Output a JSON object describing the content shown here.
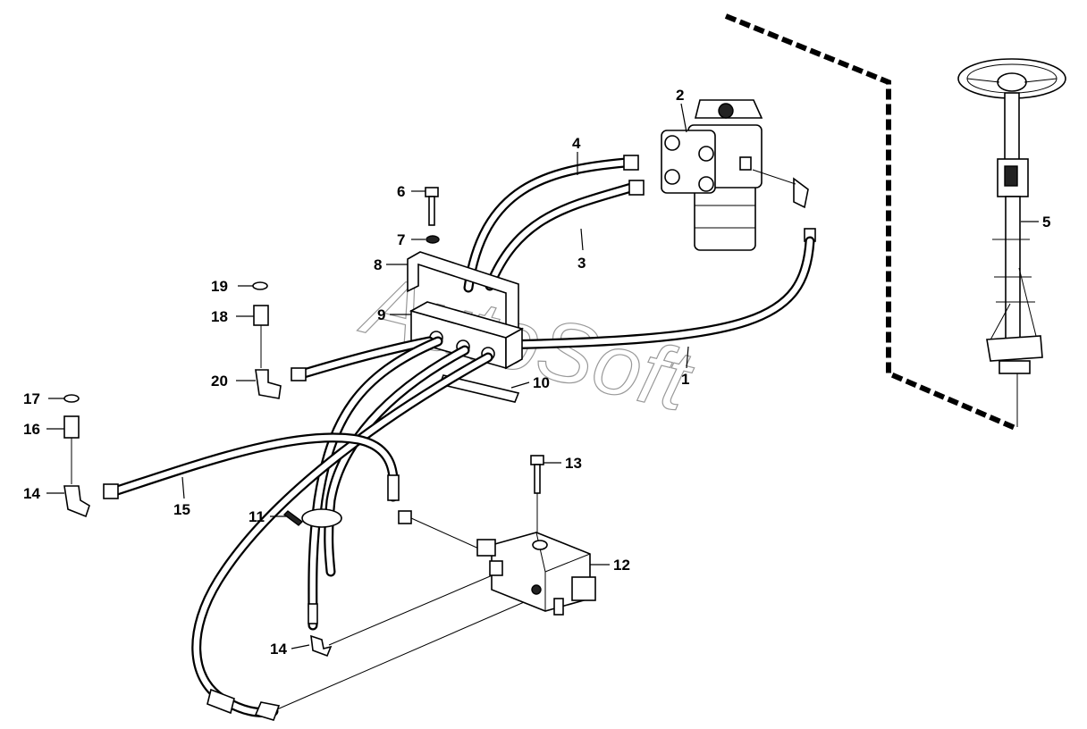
{
  "watermark": "AutoSoft",
  "callouts": {
    "c1": "1",
    "c2": "2",
    "c3": "3",
    "c4": "4",
    "c5": "5",
    "c6": "6",
    "c7": "7",
    "c8": "8",
    "c9": "9",
    "c10": "10",
    "c11": "11",
    "c12": "12",
    "c13": "13",
    "c14a": "14",
    "c14b": "14",
    "c15": "15",
    "c16": "16",
    "c17": "17",
    "c18": "18",
    "c19": "19",
    "c20": "20"
  }
}
